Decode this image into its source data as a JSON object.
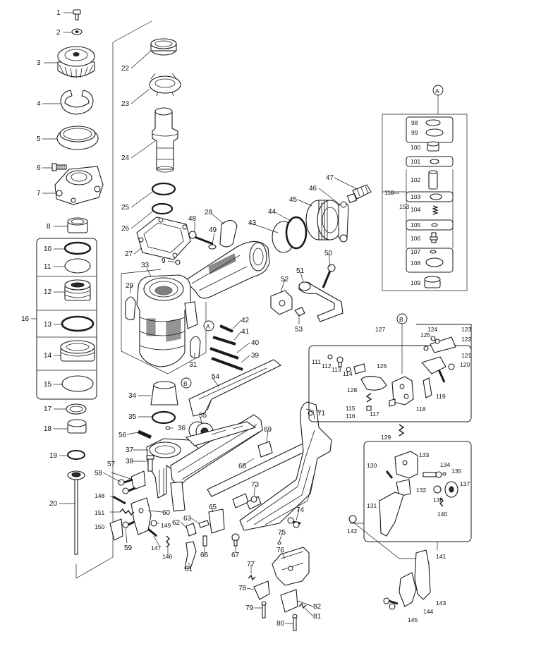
{
  "callouts": [
    {
      "id": "1",
      "text": "1"
    },
    {
      "id": "2",
      "text": "2"
    },
    {
      "id": "3",
      "text": "3"
    },
    {
      "id": "4",
      "text": "4"
    },
    {
      "id": "5",
      "text": "5"
    },
    {
      "id": "6",
      "text": "6"
    },
    {
      "id": "7",
      "text": "7"
    },
    {
      "id": "8",
      "text": "8"
    },
    {
      "id": "9",
      "text": "9"
    },
    {
      "id": "10",
      "text": "10"
    },
    {
      "id": "11",
      "text": "11"
    },
    {
      "id": "12",
      "text": "12"
    },
    {
      "id": "13",
      "text": "13"
    },
    {
      "id": "14",
      "text": "14"
    },
    {
      "id": "15",
      "text": "15"
    },
    {
      "id": "16",
      "text": "16"
    },
    {
      "id": "17",
      "text": "17"
    },
    {
      "id": "18",
      "text": "18"
    },
    {
      "id": "19",
      "text": "19"
    },
    {
      "id": "20",
      "text": "20"
    },
    {
      "id": "22",
      "text": "22"
    },
    {
      "id": "23",
      "text": "23"
    },
    {
      "id": "24",
      "text": "24"
    },
    {
      "id": "25",
      "text": "25"
    },
    {
      "id": "26",
      "text": "26"
    },
    {
      "id": "27",
      "text": "27"
    },
    {
      "id": "28",
      "text": "28"
    },
    {
      "id": "29",
      "text": "29"
    },
    {
      "id": "31",
      "text": "31"
    },
    {
      "id": "33",
      "text": "33"
    },
    {
      "id": "34",
      "text": "34"
    },
    {
      "id": "35",
      "text": "35"
    },
    {
      "id": "36",
      "text": "36"
    },
    {
      "id": "37",
      "text": "37"
    },
    {
      "id": "38",
      "text": "38"
    },
    {
      "id": "39",
      "text": "39"
    },
    {
      "id": "40",
      "text": "40"
    },
    {
      "id": "41",
      "text": "41"
    },
    {
      "id": "42",
      "text": "42"
    },
    {
      "id": "43",
      "text": "43"
    },
    {
      "id": "44",
      "text": "44"
    },
    {
      "id": "45",
      "text": "45"
    },
    {
      "id": "46",
      "text": "46"
    },
    {
      "id": "47",
      "text": "47"
    },
    {
      "id": "48",
      "text": "48"
    },
    {
      "id": "49",
      "text": "49"
    },
    {
      "id": "50",
      "text": "50"
    },
    {
      "id": "51",
      "text": "51"
    },
    {
      "id": "52",
      "text": "52"
    },
    {
      "id": "53",
      "text": "53"
    },
    {
      "id": "54",
      "text": "54"
    },
    {
      "id": "55",
      "text": "55"
    },
    {
      "id": "56",
      "text": "56"
    },
    {
      "id": "57",
      "text": "57"
    },
    {
      "id": "58",
      "text": "58"
    },
    {
      "id": "59",
      "text": "59"
    },
    {
      "id": "60",
      "text": "60"
    },
    {
      "id": "61",
      "text": "61"
    },
    {
      "id": "62",
      "text": "62"
    },
    {
      "id": "63",
      "text": "63"
    },
    {
      "id": "65",
      "text": "65"
    },
    {
      "id": "66",
      "text": "66"
    },
    {
      "id": "67",
      "text": "67"
    },
    {
      "id": "68",
      "text": "68"
    },
    {
      "id": "69",
      "text": "69"
    },
    {
      "id": "71",
      "text": "71"
    },
    {
      "id": "73",
      "text": "73"
    },
    {
      "id": "74",
      "text": "74"
    },
    {
      "id": "75",
      "text": "75"
    },
    {
      "id": "76",
      "text": "76"
    },
    {
      "id": "77",
      "text": "77"
    },
    {
      "id": "78",
      "text": "78"
    },
    {
      "id": "79",
      "text": "79"
    },
    {
      "id": "80",
      "text": "80"
    },
    {
      "id": "81",
      "text": "81"
    },
    {
      "id": "82",
      "text": "82"
    },
    {
      "id": "98",
      "text": "98"
    },
    {
      "id": "99",
      "text": "99"
    },
    {
      "id": "100",
      "text": "100"
    },
    {
      "id": "101",
      "text": "101"
    },
    {
      "id": "102",
      "text": "102"
    },
    {
      "id": "103",
      "text": "103"
    },
    {
      "id": "104",
      "text": "104"
    },
    {
      "id": "105",
      "text": "105"
    },
    {
      "id": "106",
      "text": "106"
    },
    {
      "id": "107",
      "text": "107"
    },
    {
      "id": "108",
      "text": "108"
    },
    {
      "id": "109",
      "text": "109"
    },
    {
      "id": "110",
      "text": "110"
    },
    {
      "id": "111",
      "text": "111"
    },
    {
      "id": "112",
      "text": "112"
    },
    {
      "id": "113",
      "text": "113"
    },
    {
      "id": "114",
      "text": "114"
    },
    {
      "id": "115",
      "text": "115"
    },
    {
      "id": "116",
      "text": "116"
    },
    {
      "id": "117",
      "text": "117"
    },
    {
      "id": "118",
      "text": "118"
    },
    {
      "id": "119",
      "text": "119"
    },
    {
      "id": "120",
      "text": "120"
    },
    {
      "id": "121",
      "text": "121"
    },
    {
      "id": "122",
      "text": "122"
    },
    {
      "id": "123",
      "text": "123"
    },
    {
      "id": "124",
      "text": "124"
    },
    {
      "id": "125",
      "text": "125"
    },
    {
      "id": "126",
      "text": "126"
    },
    {
      "id": "127",
      "text": "127"
    },
    {
      "id": "128",
      "text": "128"
    },
    {
      "id": "129",
      "text": "129"
    },
    {
      "id": "130",
      "text": "130"
    },
    {
      "id": "131",
      "text": "131"
    },
    {
      "id": "132",
      "text": "132"
    },
    {
      "id": "133",
      "text": "133"
    },
    {
      "id": "134",
      "text": "134"
    },
    {
      "id": "135",
      "text": "135"
    },
    {
      "id": "136",
      "text": "136"
    },
    {
      "id": "137",
      "text": "137"
    },
    {
      "id": "140",
      "text": "140"
    },
    {
      "id": "141",
      "text": "141"
    },
    {
      "id": "142",
      "text": "142"
    },
    {
      "id": "143",
      "text": "143"
    },
    {
      "id": "144",
      "text": "144"
    },
    {
      "id": "145",
      "text": "145"
    },
    {
      "id": "146",
      "text": "146"
    },
    {
      "id": "147",
      "text": "147"
    },
    {
      "id": "148",
      "text": "148"
    },
    {
      "id": "149",
      "text": "149"
    },
    {
      "id": "150",
      "text": "150"
    },
    {
      "id": "151",
      "text": "151"
    },
    {
      "id": "153",
      "text": "153"
    }
  ],
  "reference_markers": {
    "a": "A",
    "b": "B"
  }
}
